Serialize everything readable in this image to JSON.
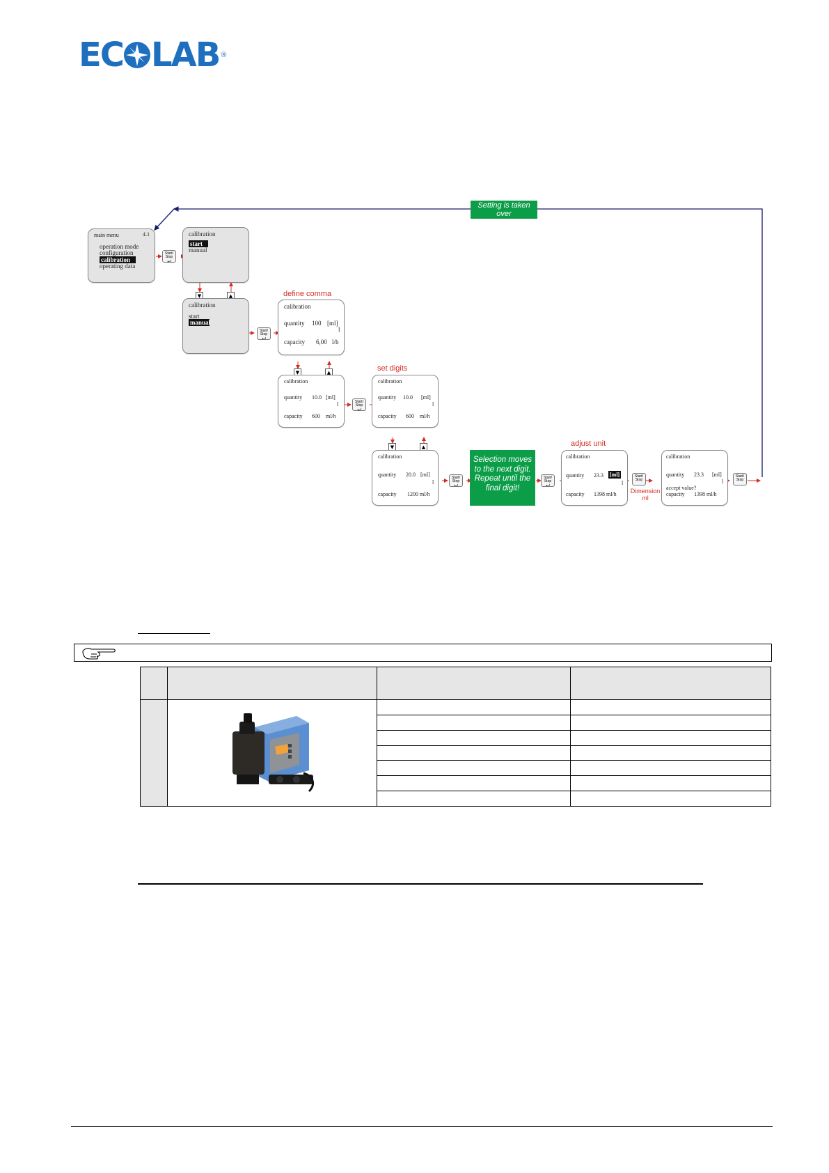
{
  "logo": {
    "text_a": "EC",
    "text_b": "LAB",
    "reg": "®"
  },
  "diagram": {
    "taken_over": "Setting is taken over",
    "define_comma": "define comma",
    "set_digits": "set digits",
    "adjust_unit": "adjust unit",
    "selection_moves": "Selection moves to the next digit. Repeat until the final digit!",
    "dimension": "Dimension ml",
    "key_label_1": "Start/",
    "key_label_2": "Stop",
    "key_return": "⮠",
    "nav_down": "▼",
    "nav_up": "▲",
    "main_menu": {
      "title": "main menu",
      "version": "4.1",
      "items": [
        "operation mode",
        "configuration",
        "calibration",
        "operating data"
      ]
    },
    "cal_start": {
      "title": "calibration",
      "start": "start",
      "manual": "manual"
    },
    "cal_manual": {
      "title": "calibration",
      "start": "start",
      "manual": "manual"
    },
    "comma": {
      "title": "calibration",
      "qty_label": "quantity",
      "qty_val": "100",
      "qty_unit": "[ml]",
      "l": "l",
      "cap_label": "capacity",
      "cap_val": "6,00",
      "cap_unit": "l/h"
    },
    "comma2": {
      "title": "calibration",
      "qty_label": "quantity",
      "qty_val": "10.0",
      "qty_unit": "[ml]",
      "l": "l",
      "cap_label": "capacity",
      "cap_val": "600",
      "cap_unit": "ml/h"
    },
    "digits": {
      "title": "calibration",
      "qty_label": "quantity",
      "qty_val": "10.0",
      "qty_unit": "[ml]",
      "l": "l",
      "cap_label": "capacity",
      "cap_val": "600",
      "cap_unit": "ml/h"
    },
    "digits2": {
      "title": "calibration",
      "qty_label": "quantity",
      "qty_val": "20.0",
      "qty_unit": "[ml]",
      "l": "l",
      "cap_label": "capacity",
      "cap_val": "1200 ml/h"
    },
    "unit": {
      "title": "calibration",
      "qty_label": "quantity",
      "qty_val": "23.3",
      "qty_unit": "[ml]",
      "l": "l",
      "cap_label": "capacity",
      "cap_val": "1398 ml/h"
    },
    "accept": {
      "title": "calibration",
      "qty_label": "quantity",
      "qty_val": "23.3",
      "qty_unit": "[ml]",
      "l": "l",
      "accept": "accept value?",
      "cap_label": "capacity",
      "cap_val": "1398 ml/h"
    }
  },
  "table": {
    "row_count": 7
  }
}
